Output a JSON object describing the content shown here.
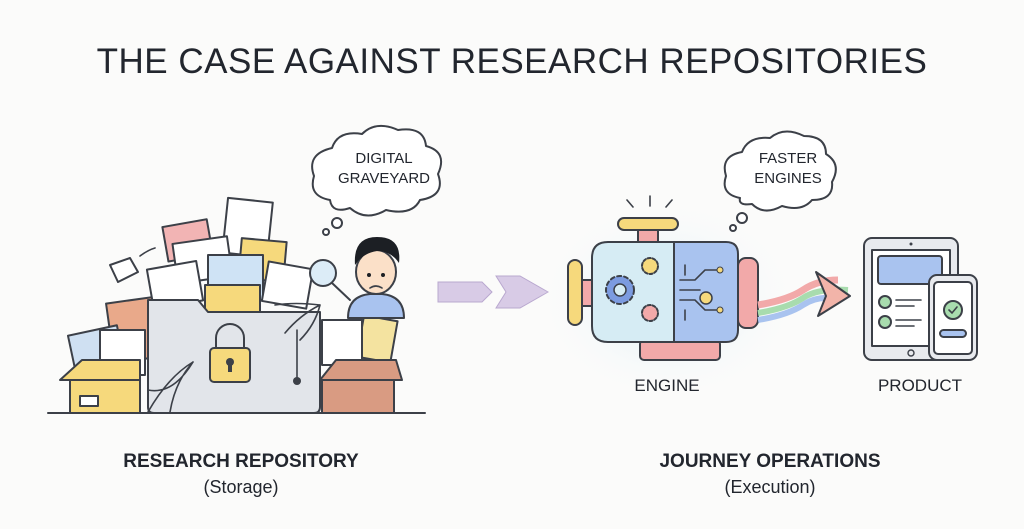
{
  "title": "THE CASE AGAINST RESEARCH REPOSITORIES",
  "left": {
    "thought_line1": "DIGITAL",
    "thought_line2": "GRAVEYARD",
    "label": "RESEARCH REPOSITORY",
    "sublabel": "(Storage)"
  },
  "right": {
    "thought_line1": "FASTER",
    "thought_line2": "ENGINES",
    "engine_label": "ENGINE",
    "product_label": "PRODUCT",
    "label": "JOURNEY OPERATIONS",
    "sublabel": "(Execution)"
  },
  "colors": {
    "title": "#1e2a3a",
    "folder": "#e2e5ea",
    "yellow": "#f6d97c",
    "pink": "#f2a9a9",
    "blue": "#a9c3ef",
    "arrow": "#d8cbe6",
    "green": "#a8dcae"
  }
}
